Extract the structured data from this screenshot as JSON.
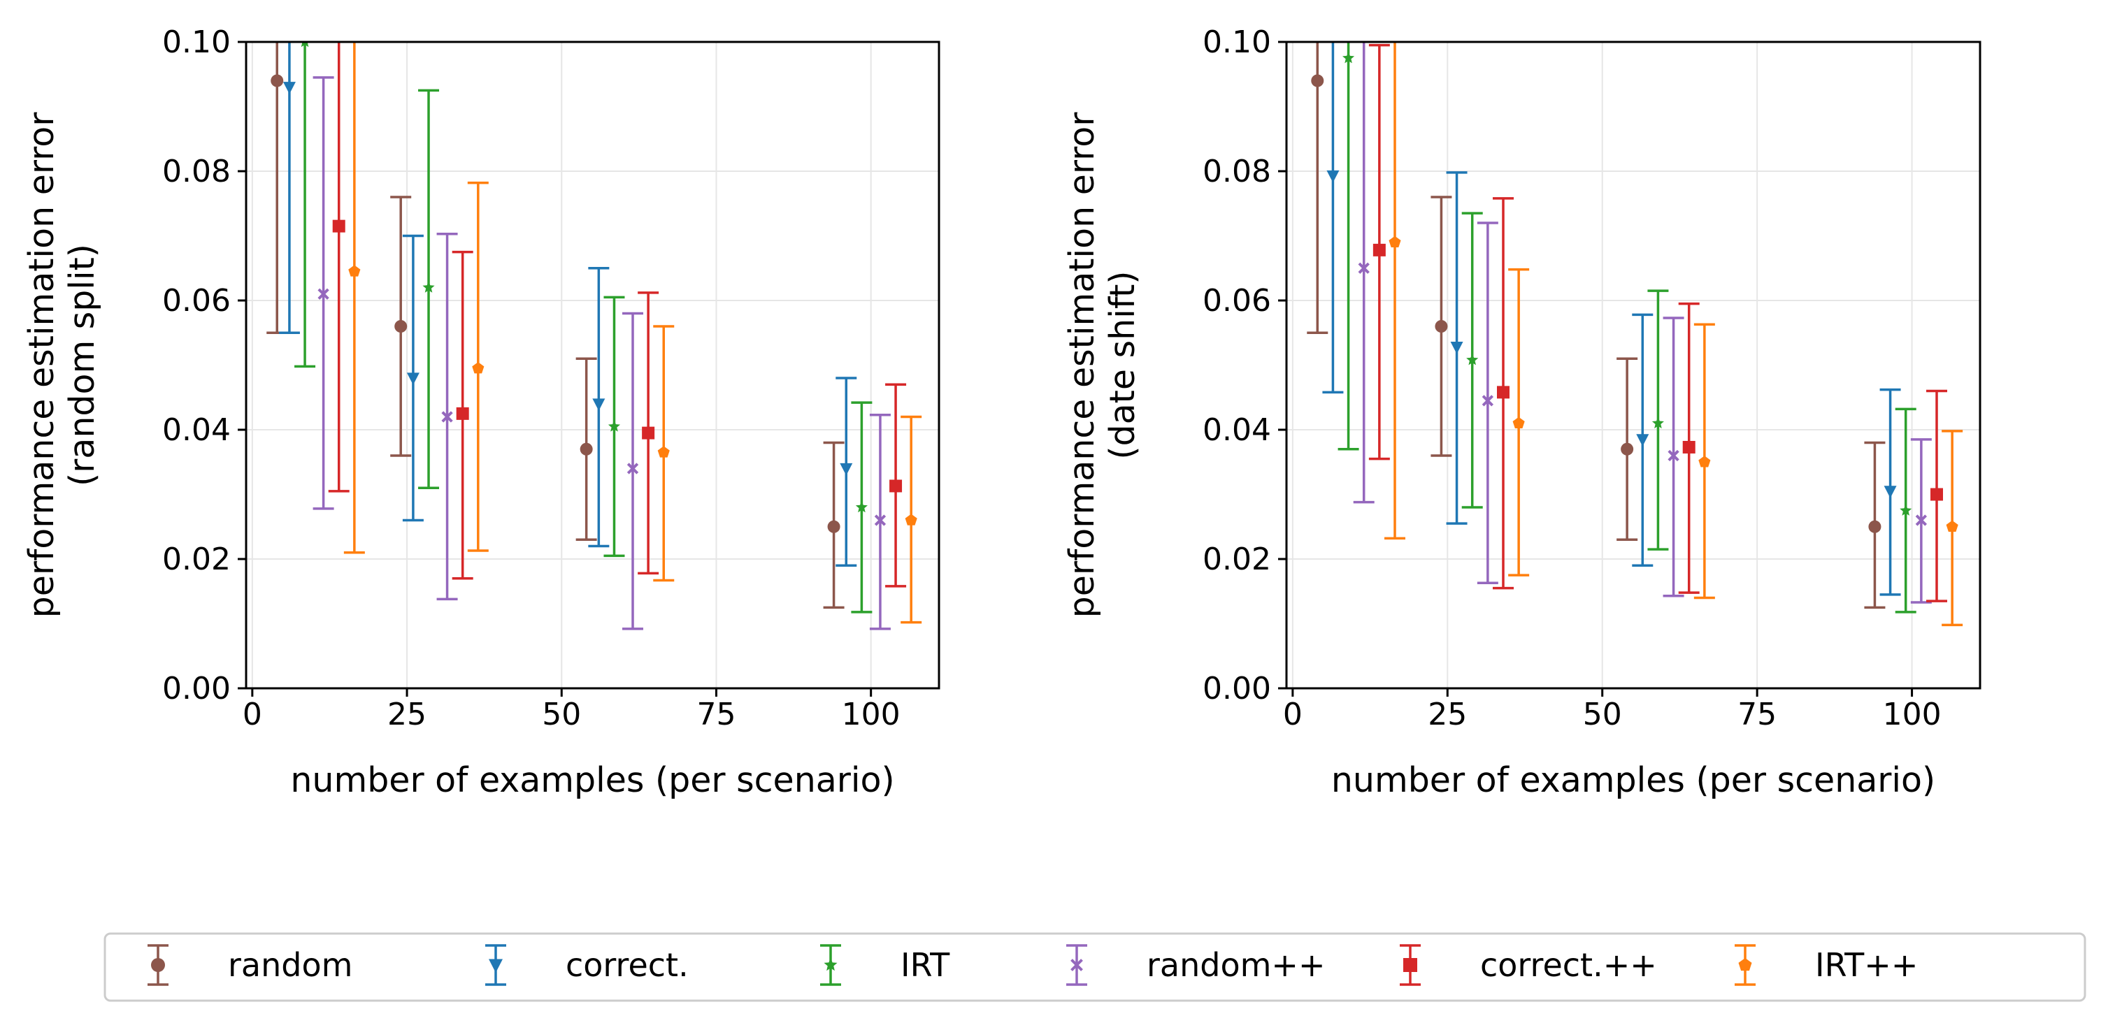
{
  "chart_data": [
    {
      "type": "scatter",
      "panel": "left",
      "title": "",
      "xlabel": "number of examples (per scenario)",
      "ylabel": [
        "performance estimation error",
        "(random split)"
      ],
      "xlim": [
        -1,
        111
      ],
      "ylim": [
        0.0,
        0.1
      ],
      "xticks": [
        0,
        25,
        50,
        75,
        100
      ],
      "yticks": [
        0.0,
        0.02,
        0.04,
        0.06,
        0.08,
        0.1
      ],
      "xtick_labels": [
        "0",
        "25",
        "50",
        "75",
        "100"
      ],
      "ytick_labels": [
        "0.00",
        "0.02",
        "0.04",
        "0.06",
        "0.08",
        "0.10"
      ],
      "grid": true,
      "error_bars": true,
      "series": [
        {
          "name": "random",
          "x": [
            4,
            24,
            54,
            94
          ],
          "y": [
            0.094,
            0.056,
            0.037,
            0.025
          ],
          "lower": [
            0.055,
            0.036,
            0.023,
            0.0125
          ],
          "upper": [
            0.105,
            0.076,
            0.051,
            0.038
          ]
        },
        {
          "name": "correct.",
          "x": [
            6,
            26,
            56,
            96
          ],
          "y": [
            0.093,
            0.048,
            0.044,
            0.034
          ],
          "lower": [
            0.055,
            0.026,
            0.022,
            0.019
          ],
          "upper": [
            0.105,
            0.07,
            0.065,
            0.048
          ]
        },
        {
          "name": "IRT",
          "x": [
            8.5,
            28.5,
            58.5,
            98.5
          ],
          "y": [
            0.1,
            0.062,
            0.0405,
            0.028
          ],
          "lower": [
            0.0498,
            0.031,
            0.0205,
            0.0118
          ],
          "upper": [
            0.105,
            0.0925,
            0.0605,
            0.0442
          ]
        },
        {
          "name": "random++",
          "x": [
            11.5,
            31.5,
            61.5,
            101.5
          ],
          "y": [
            0.061,
            0.042,
            0.034,
            0.026
          ],
          "lower": [
            0.0278,
            0.0138,
            0.0092,
            0.0092
          ],
          "upper": [
            0.0945,
            0.0703,
            0.058,
            0.0423
          ]
        },
        {
          "name": "correct.++",
          "x": [
            14,
            34,
            64,
            104
          ],
          "y": [
            0.0715,
            0.0425,
            0.0395,
            0.0313
          ],
          "lower": [
            0.0305,
            0.017,
            0.0178,
            0.0158
          ],
          "upper": [
            0.105,
            0.0675,
            0.0612,
            0.047
          ]
        },
        {
          "name": "IRT++",
          "x": [
            16.5,
            36.5,
            66.5,
            106.5
          ],
          "y": [
            0.0645,
            0.0495,
            0.0365,
            0.026
          ],
          "lower": [
            0.021,
            0.0213,
            0.0167,
            0.0102
          ],
          "upper": [
            0.105,
            0.0782,
            0.056,
            0.042
          ]
        }
      ]
    },
    {
      "type": "scatter",
      "panel": "right",
      "title": "",
      "xlabel": "number of examples (per scenario)",
      "ylabel": [
        "performance estimation error",
        "(date shift)"
      ],
      "xlim": [
        -1,
        111
      ],
      "ylim": [
        0.0,
        0.1
      ],
      "xticks": [
        0,
        25,
        50,
        75,
        100
      ],
      "yticks": [
        0.0,
        0.02,
        0.04,
        0.06,
        0.08,
        0.1
      ],
      "xtick_labels": [
        "0",
        "25",
        "50",
        "75",
        "100"
      ],
      "ytick_labels": [
        "0.00",
        "0.02",
        "0.04",
        "0.06",
        "0.08",
        "0.10"
      ],
      "grid": true,
      "error_bars": true,
      "series": [
        {
          "name": "random",
          "x": [
            4,
            24,
            54,
            94
          ],
          "y": [
            0.094,
            0.056,
            0.037,
            0.025
          ],
          "lower": [
            0.055,
            0.036,
            0.023,
            0.0125
          ],
          "upper": [
            0.105,
            0.076,
            0.051,
            0.038
          ]
        },
        {
          "name": "correct.",
          "x": [
            6.5,
            26.5,
            56.5,
            96.5
          ],
          "y": [
            0.0793,
            0.0528,
            0.0385,
            0.0305
          ],
          "lower": [
            0.0458,
            0.0255,
            0.019,
            0.0145
          ],
          "upper": [
            0.105,
            0.0798,
            0.0578,
            0.0462
          ]
        },
        {
          "name": "IRT",
          "x": [
            9,
            29,
            59,
            99
          ],
          "y": [
            0.0975,
            0.0508,
            0.041,
            0.0275
          ],
          "lower": [
            0.037,
            0.028,
            0.0215,
            0.0118
          ],
          "upper": [
            0.105,
            0.0735,
            0.0615,
            0.0432
          ]
        },
        {
          "name": "random++",
          "x": [
            11.5,
            31.5,
            61.5,
            101.5
          ],
          "y": [
            0.065,
            0.0445,
            0.036,
            0.026
          ],
          "lower": [
            0.0288,
            0.0163,
            0.0143,
            0.0133
          ],
          "upper": [
            0.105,
            0.072,
            0.0573,
            0.0385
          ]
        },
        {
          "name": "correct.++",
          "x": [
            14,
            34,
            64,
            104
          ],
          "y": [
            0.0678,
            0.0458,
            0.0373,
            0.03
          ],
          "lower": [
            0.0355,
            0.0155,
            0.0148,
            0.0135
          ],
          "upper": [
            0.0995,
            0.0758,
            0.0595,
            0.046
          ]
        },
        {
          "name": "IRT++",
          "x": [
            16.5,
            36.5,
            66.5,
            106.5
          ],
          "y": [
            0.069,
            0.041,
            0.035,
            0.025
          ],
          "lower": [
            0.0232,
            0.0175,
            0.014,
            0.0098
          ],
          "upper": [
            0.105,
            0.0648,
            0.0563,
            0.0398
          ]
        }
      ]
    }
  ],
  "legend": {
    "placement": "bottom",
    "entries": [
      {
        "label": "random",
        "color": "#8c564b",
        "marker": "circle"
      },
      {
        "label": "correct.",
        "color": "#1f77b4",
        "marker": "triangle-down"
      },
      {
        "label": "IRT",
        "color": "#2ca02c",
        "marker": "star"
      },
      {
        "label": "random++",
        "color": "#9467bd",
        "marker": "x"
      },
      {
        "label": "correct.++",
        "color": "#d62728",
        "marker": "square"
      },
      {
        "label": "IRT++",
        "color": "#ff7f0e",
        "marker": "pentagon"
      }
    ]
  }
}
